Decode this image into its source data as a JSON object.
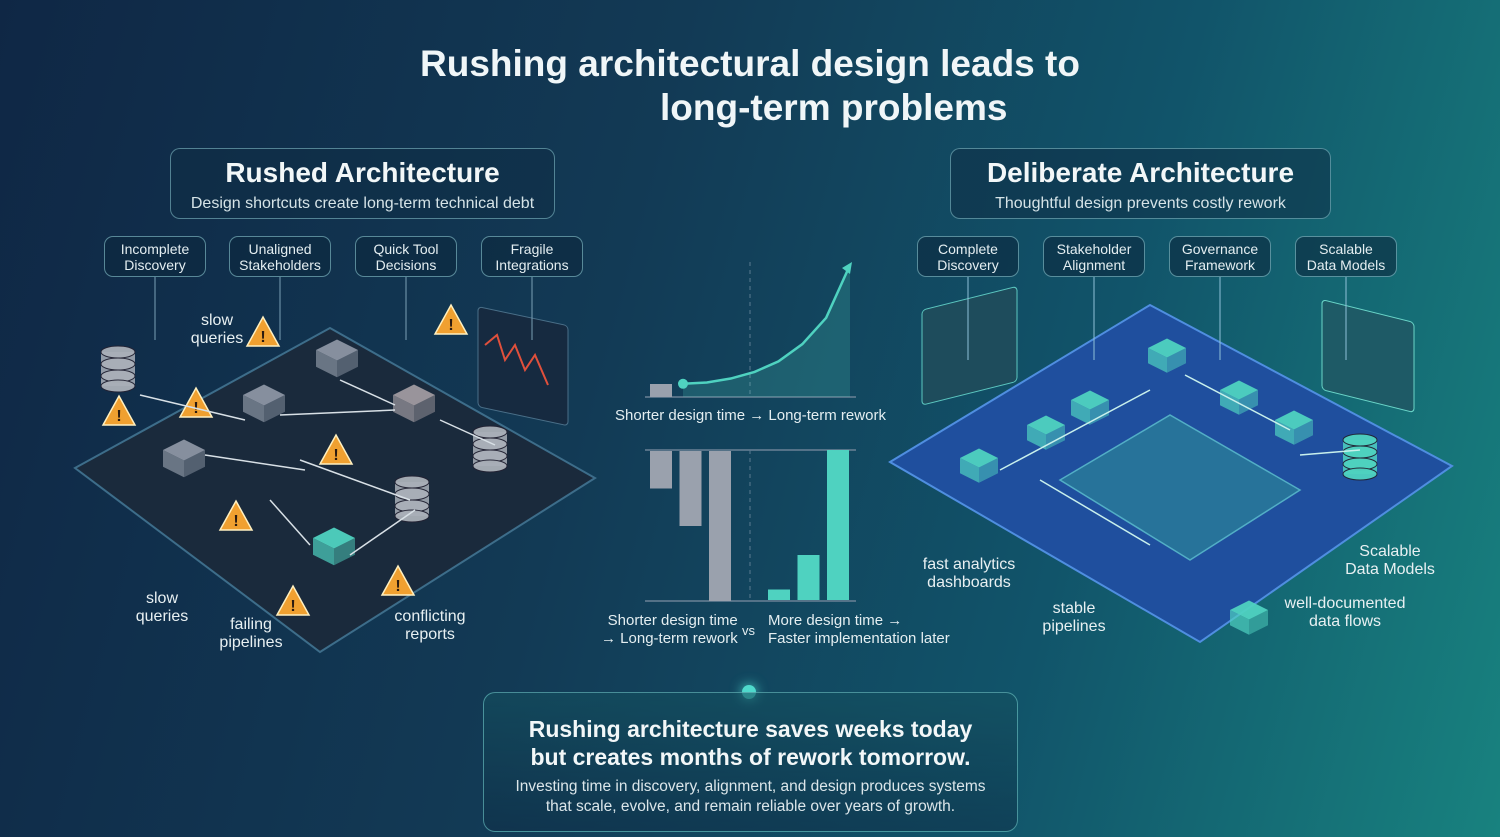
{
  "title": {
    "line1": "Rushing architectural design leads to",
    "line2": "long-term problems"
  },
  "left": {
    "title": "Rushed Architecture",
    "subtitle": "Design shortcuts create long-term technical debt",
    "chips": [
      {
        "l1": "Incomplete",
        "l2": "Discovery"
      },
      {
        "l1": "Unaligned",
        "l2": "Stakeholders"
      },
      {
        "l1": "Quick Tool",
        "l2": "Decisions"
      },
      {
        "l1": "Fragile",
        "l2": "Integrations"
      }
    ],
    "labels": [
      {
        "l1": "slow",
        "l2": "queries"
      },
      {
        "l1": "slow",
        "l2": "queries"
      },
      {
        "l1": "failing",
        "l2": "pipelines"
      },
      {
        "l1": "conflicting",
        "l2": "reports"
      }
    ]
  },
  "right": {
    "title": "Deliberate Architecture",
    "subtitle": "Thoughtful design prevents costly rework",
    "chips": [
      {
        "l1": "Complete",
        "l2": "Discovery"
      },
      {
        "l1": "Stakeholder",
        "l2": "Alignment"
      },
      {
        "l1": "Governance",
        "l2": "Framework"
      },
      {
        "l1": "Scalable",
        "l2": "Data Models"
      }
    ],
    "labels": [
      {
        "l1": "fast analytics",
        "l2": "dashboards"
      },
      {
        "l1": "stable",
        "l2": "pipelines"
      },
      {
        "l1": "Scalable",
        "l2": "Data Models"
      },
      {
        "l1": "well-documented",
        "l2": "data flows"
      }
    ]
  },
  "charts": {
    "top": {
      "caption": "Shorter design time → Long-term rework",
      "bar": 10,
      "curve": [
        10,
        11,
        14,
        19,
        27,
        40,
        60,
        100
      ]
    },
    "bottom": {
      "left_bars": [
        25,
        50,
        100
      ],
      "right_bars": [
        7,
        30,
        100
      ],
      "left_caption": {
        "l1": "Shorter design time",
        "l2": "→ Long-term rework"
      },
      "vs": "vs",
      "right_caption": {
        "l1": "More design time →",
        "l2": "Faster implementation later"
      }
    }
  },
  "colors": {
    "teal": "#4fd2c0",
    "gray": "#9aa1ad",
    "warn": "#f0a030",
    "plate_left": "#1b2c40",
    "plate_right": "#1f55a8"
  },
  "footer": {
    "headline1": "Rushing architecture saves weeks today",
    "headline2": "but creates months of rework tomorrow.",
    "body1": "Investing time in discovery, alignment, and design produces systems",
    "body2": "that scale, evolve, and remain reliable over years of growth."
  }
}
